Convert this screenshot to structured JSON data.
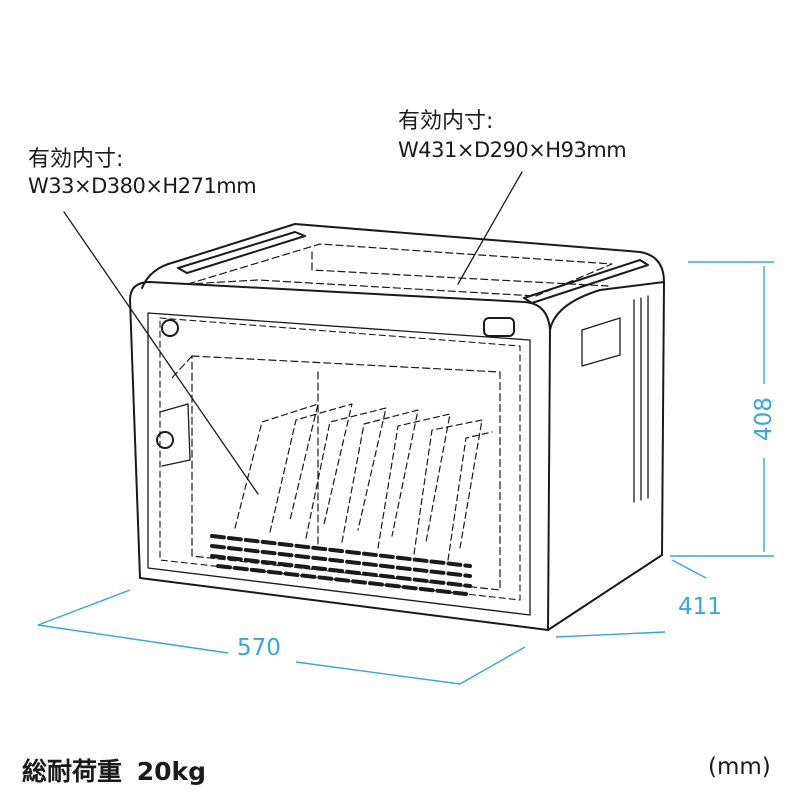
{
  "labels": {
    "slot_line1": "有効内寸:",
    "slot_line2": "W33×D380×H271mm",
    "top_line1": "有効内寸:",
    "top_line2": "W431×D290×H93mm"
  },
  "dimensions": {
    "width": "570",
    "depth": "411",
    "height": "408"
  },
  "footer": {
    "load_label": "総耐荷重",
    "load_value": "20kg",
    "unit": "(mm)"
  },
  "colors": {
    "dimension": "#3aa6d8",
    "line": "#1a1a1a"
  }
}
